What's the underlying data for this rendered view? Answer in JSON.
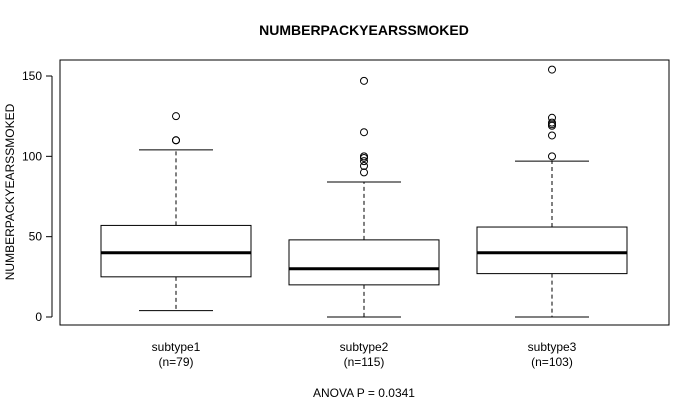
{
  "chart_data": {
    "type": "box",
    "title": "NUMBERPACKYEARSSMOKED",
    "ylabel": "NUMBERPACKYEARSSMOKED",
    "xlabel": "",
    "ylim": [
      0,
      160
    ],
    "yticks": [
      0,
      50,
      100,
      150
    ],
    "ytick_labels": [
      "0",
      "50",
      "100",
      "150"
    ],
    "grid": false,
    "annotation": "ANOVA P = 0.0341",
    "categories": [
      {
        "name": "subtype1",
        "count_label": "(n=79)",
        "whisker_low": 4,
        "q1": 25,
        "median": 40,
        "q3": 57,
        "whisker_high": 104,
        "outliers": [
          110,
          110,
          125
        ]
      },
      {
        "name": "subtype2",
        "count_label": "(n=115)",
        "whisker_low": 0,
        "q1": 20,
        "median": 30,
        "q3": 48,
        "whisker_high": 84,
        "outliers": [
          90,
          94,
          97,
          99,
          100,
          115,
          147
        ]
      },
      {
        "name": "subtype3",
        "count_label": "(n=103)",
        "whisker_low": 0,
        "q1": 27,
        "median": 40,
        "q3": 56,
        "whisker_high": 97,
        "outliers": [
          100,
          113,
          119,
          120,
          121,
          124,
          154
        ]
      }
    ]
  }
}
